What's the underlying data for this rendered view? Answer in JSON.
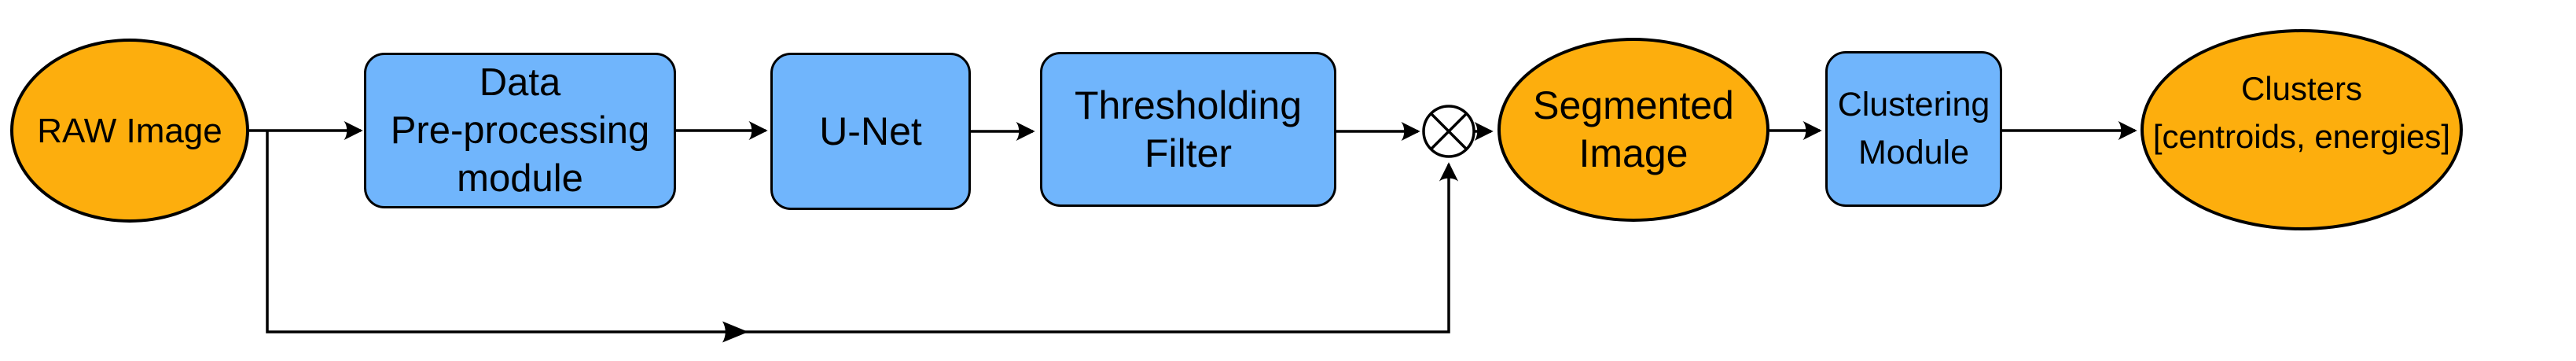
{
  "diagram": {
    "background": "#FFFFFF",
    "colors": {
      "io_fill": "#FDAE0D",
      "process_fill": "#70B5FC",
      "stroke": "#000000",
      "connector": "#000000",
      "operator_fill": "#FFFFFF"
    },
    "nodes": {
      "raw_image": {
        "shape": "ellipse",
        "role": "input",
        "lines": [
          "RAW Image"
        ]
      },
      "preprocessing": {
        "shape": "rounded-rectangle",
        "role": "process",
        "lines": [
          "Data",
          "Pre-processing",
          "module"
        ]
      },
      "unet": {
        "shape": "rounded-rectangle",
        "role": "process",
        "lines": [
          "U-Net"
        ]
      },
      "thresholding": {
        "shape": "rounded-rectangle",
        "role": "process",
        "lines": [
          "Thresholding",
          "Filter"
        ]
      },
      "multiply": {
        "shape": "circle",
        "role": "operator",
        "operator": "multiply",
        "symbol": "⊗"
      },
      "segmented_image": {
        "shape": "ellipse",
        "role": "output",
        "lines": [
          "Segmented",
          "Image"
        ]
      },
      "clustering": {
        "shape": "rounded-rectangle",
        "role": "process",
        "lines": [
          "Clustering",
          "Module"
        ]
      },
      "clusters": {
        "shape": "ellipse",
        "role": "output",
        "lines": [
          "Clusters",
          "[centroids, energies]"
        ]
      }
    },
    "edges": [
      {
        "from": "raw_image",
        "to": "preprocessing"
      },
      {
        "from": "preprocessing",
        "to": "unet"
      },
      {
        "from": "unet",
        "to": "thresholding"
      },
      {
        "from": "thresholding",
        "to": "multiply"
      },
      {
        "from": "raw_image",
        "to": "multiply",
        "route": "bypass-bottom"
      },
      {
        "from": "multiply",
        "to": "segmented_image"
      },
      {
        "from": "segmented_image",
        "to": "clustering"
      },
      {
        "from": "clustering",
        "to": "clusters"
      }
    ]
  }
}
